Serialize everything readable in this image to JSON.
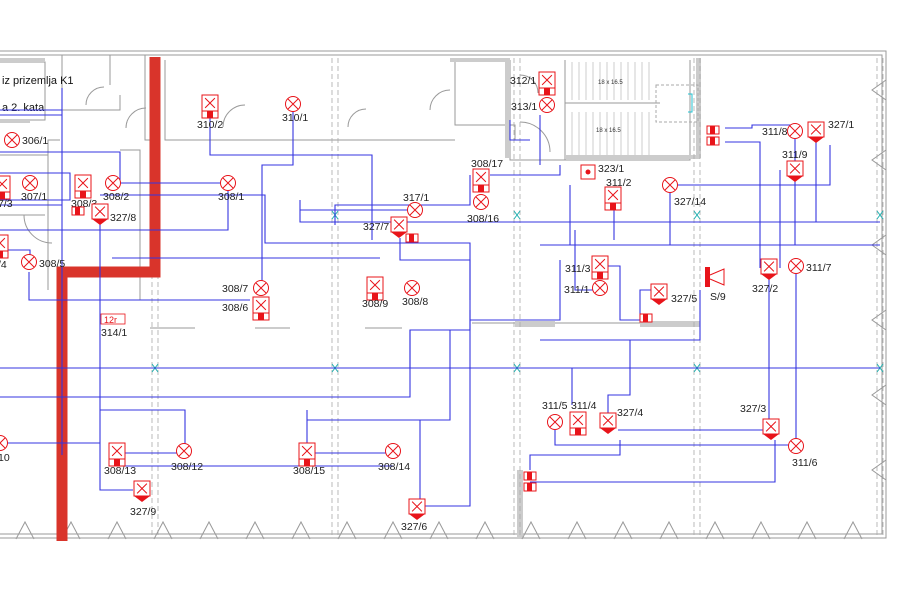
{
  "title": "Floor plan – emergency lighting and fire alarm installation",
  "room_notes": [
    "iz prizemlja K1",
    "a 2. kata"
  ],
  "stair_notes": [
    "18 x 16.5",
    "18 x 16.5"
  ],
  "colors": {
    "fixture": "#e8141a",
    "wiring": "#3535e0",
    "fire_wall": "#d9342b",
    "walls": "#9a9a9a"
  },
  "fixtures": [
    {
      "label": "306/1",
      "type": "lamp"
    },
    {
      "label": "7/3",
      "type": "emergency"
    },
    {
      "label": "307/1",
      "type": "lamp"
    },
    {
      "label": "308/3",
      "type": "emergency"
    },
    {
      "label": "308/2",
      "type": "lamp"
    },
    {
      "label": "327/8",
      "type": "detector"
    },
    {
      "label": "308/1",
      "type": "lamp"
    },
    {
      "label": "310/2",
      "type": "emergency"
    },
    {
      "label": "310/1",
      "type": "lamp"
    },
    {
      "label": "/4",
      "type": "emergency"
    },
    {
      "label": "308/5",
      "type": "lamp"
    },
    {
      "label": "308/7",
      "type": "lamp"
    },
    {
      "label": "308/6",
      "type": "emergency"
    },
    {
      "label": "308/9",
      "type": "emergency"
    },
    {
      "label": "308/8",
      "type": "lamp"
    },
    {
      "label": "317/1",
      "type": "lamp"
    },
    {
      "label": "327/7",
      "type": "detector"
    },
    {
      "label": "308/17",
      "type": "emergency"
    },
    {
      "label": "308/16",
      "type": "lamp"
    },
    {
      "label": "312/1",
      "type": "emergency"
    },
    {
      "label": "313/1",
      "type": "lamp"
    },
    {
      "label": "323/1",
      "type": "call-point"
    },
    {
      "label": "311/2",
      "type": "emergency"
    },
    {
      "label": "327/14",
      "type": "lamp"
    },
    {
      "label": "311/3",
      "type": "emergency"
    },
    {
      "label": "311/1",
      "type": "lamp"
    },
    {
      "label": "327/5",
      "type": "detector"
    },
    {
      "label": "S/9",
      "type": "siren"
    },
    {
      "label": "311/8",
      "type": "lamp"
    },
    {
      "label": "327/1",
      "type": "detector"
    },
    {
      "label": "311/9",
      "type": "detector"
    },
    {
      "label": "327/2",
      "type": "detector"
    },
    {
      "label": "311/7",
      "type": "lamp"
    },
    {
      "label": "311/5",
      "type": "lamp"
    },
    {
      "label": "311/4",
      "type": "emergency"
    },
    {
      "label": "327/4",
      "type": "detector"
    },
    {
      "label": "327/3",
      "type": "detector"
    },
    {
      "label": "311/6",
      "type": "lamp"
    },
    {
      "label": "308/13",
      "type": "emergency"
    },
    {
      "label": "308/12",
      "type": "lamp"
    },
    {
      "label": "308/15",
      "type": "emergency"
    },
    {
      "label": "308/14",
      "type": "lamp"
    },
    {
      "label": "327/9",
      "type": "detector"
    },
    {
      "label": "327/6",
      "type": "detector"
    },
    {
      "label": "10",
      "type": "lamp"
    }
  ],
  "panel": {
    "tag": "12r",
    "label": "314/1"
  }
}
